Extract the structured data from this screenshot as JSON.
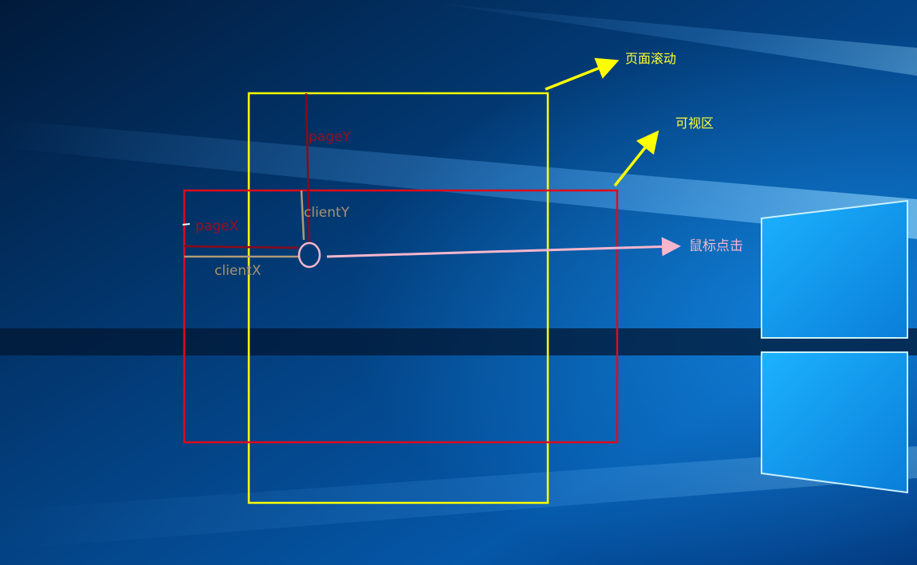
{
  "labels": {
    "page_scroll": "页面滚动",
    "viewport": "可视区",
    "mouse_click": "鼠标点击",
    "pageX": "pageX",
    "pageY": "pageY",
    "clientX": "clientX",
    "clientY": "clientY"
  },
  "colors": {
    "page_frame": "#ffff00",
    "viewport_frame": "#e00a1a",
    "page_offset_lines": "#8a0a1a",
    "client_offset_lines": "#b09a78",
    "click_marker": "#f7b6cc",
    "callout_arrows": "#ffff00",
    "wallpaper_base": "#02254d",
    "wallpaper_accent": "#3fc4ff"
  },
  "icons": {
    "click_marker": "circle",
    "background": "windows-logo"
  }
}
